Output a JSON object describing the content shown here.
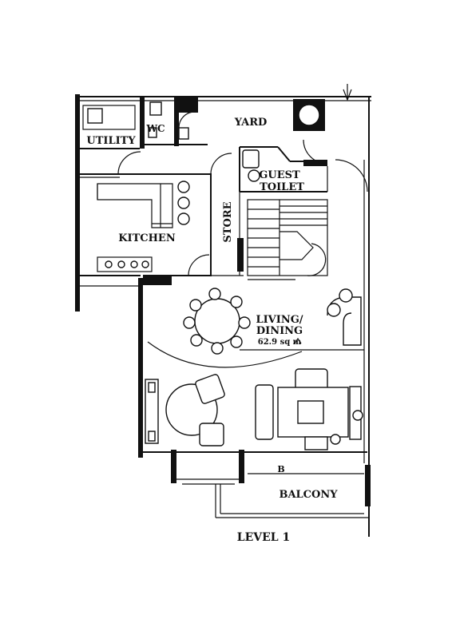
{
  "rooms": {
    "yard": "YARD",
    "utility": "UTILITY",
    "wc": "WC",
    "guest_toilet_line1": "GUEST",
    "guest_toilet_line2": "TOILET",
    "kitchen": "KITCHEN",
    "store": "STORE",
    "living_line1": "LIVING/",
    "living_line2": "DINING",
    "living_area": "62.9 sq m",
    "balcony": "BALCONY",
    "b_marker": "B"
  },
  "level": "LEVEL 1"
}
